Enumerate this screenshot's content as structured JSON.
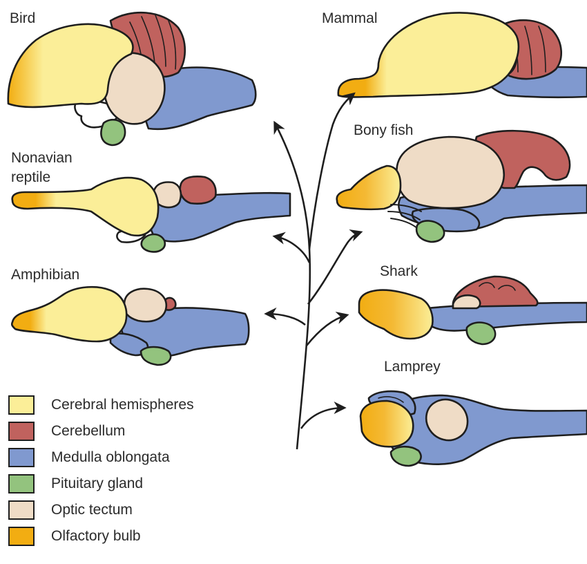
{
  "species": [
    {
      "id": "bird",
      "label": "Bird"
    },
    {
      "id": "mammal",
      "label": "Mammal"
    },
    {
      "id": "reptile",
      "label_line1": "Nonavian",
      "label_line2": "reptile"
    },
    {
      "id": "bonyfish",
      "label": "Bony fish"
    },
    {
      "id": "amphibian",
      "label": "Amphibian"
    },
    {
      "id": "shark",
      "label": "Shark"
    },
    {
      "id": "lamprey",
      "label": "Lamprey"
    }
  ],
  "legend": [
    {
      "label": "Cerebral hemispheres",
      "color": "#fbee98"
    },
    {
      "label": "Cerebellum",
      "color": "#c0625e"
    },
    {
      "label": "Medulla oblongata",
      "color": "#8099cf"
    },
    {
      "label": "Pituitary gland",
      "color": "#93c37e"
    },
    {
      "label": "Optic tectum",
      "color": "#efdcc6"
    },
    {
      "label": "Olfactory bulb",
      "color": "#f2ad12"
    }
  ]
}
